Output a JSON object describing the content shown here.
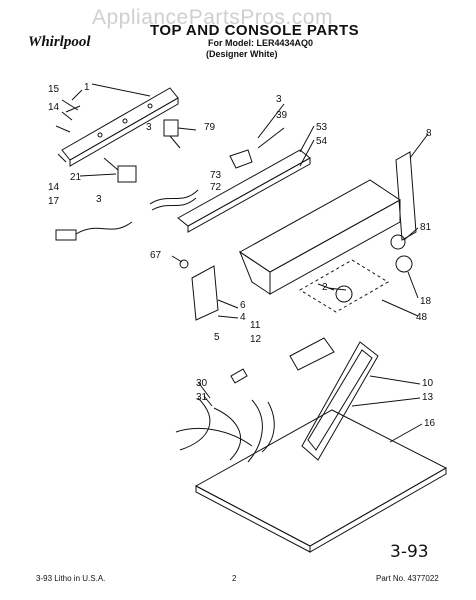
{
  "header": {
    "watermark": "AppliancePartsPros.com",
    "brand": "Whirlpool",
    "title": "TOP AND CONSOLE PARTS",
    "model": "For Model: LER4434AQ0",
    "variant": "(Designer White)"
  },
  "callouts": [
    "1",
    "2",
    "3",
    "4",
    "5",
    "6",
    "8",
    "10",
    "11",
    "12",
    "13",
    "14",
    "15",
    "16",
    "17",
    "18",
    "21",
    "30",
    "31",
    "39",
    "48",
    "53",
    "54",
    "67",
    "72",
    "73",
    "79",
    "81"
  ],
  "footer": {
    "left": "3-93  Litho in U.S.A.",
    "page": "2",
    "part": "Part No. 4377022",
    "handwritten": "3-93"
  }
}
